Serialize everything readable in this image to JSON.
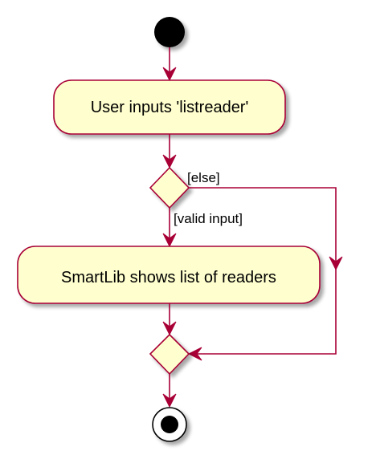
{
  "diagram": {
    "type": "activity",
    "colors": {
      "background": "#ffffff",
      "activity_fill": "#FEFECE",
      "border": "#A80036",
      "arrow": "#A80036",
      "shadow": "#c8c8c8",
      "node_fill": "#000000"
    },
    "nodes": {
      "start": {
        "kind": "start-node"
      },
      "activity_1": {
        "kind": "activity",
        "label": "User inputs 'listreader'"
      },
      "decision": {
        "kind": "branch"
      },
      "activity_2": {
        "kind": "activity",
        "label": "SmartLib shows list of readers"
      },
      "merge": {
        "kind": "merge"
      },
      "end": {
        "kind": "end-node"
      }
    },
    "guards": {
      "else": "[else]",
      "valid": "[valid input]"
    },
    "edges": [
      {
        "from": "start",
        "to": "activity_1"
      },
      {
        "from": "activity_1",
        "to": "decision"
      },
      {
        "from": "decision",
        "to": "activity_2",
        "guard": "valid"
      },
      {
        "from": "decision",
        "to": "merge",
        "guard": "else"
      },
      {
        "from": "activity_2",
        "to": "merge"
      },
      {
        "from": "merge",
        "to": "end"
      }
    ]
  }
}
